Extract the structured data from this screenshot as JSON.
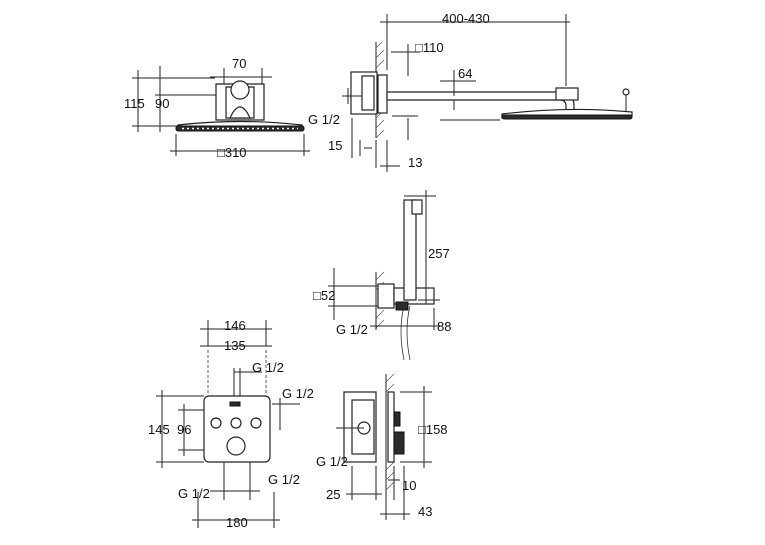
{
  "views": {
    "top_left": {
      "width_top": "70",
      "height_total": "115",
      "height_inner": "90",
      "square_head": "□310"
    },
    "top_right": {
      "projection": "400-430",
      "square_flange": "□110",
      "arm_offset": "64",
      "thread": "G 1/2",
      "wall_depth": "15",
      "flange_depth": "13"
    },
    "middle": {
      "hose_height": "257",
      "square_outlet": "□52",
      "thread": "G 1/2",
      "projection": "88"
    },
    "bottom_left": {
      "outer_width": "146",
      "inner_width": "135",
      "thread_top": "G 1/2",
      "thread_right": "G 1/2",
      "height_outer": "145",
      "height_inner": "96",
      "thread_bottom_left": "G 1/2",
      "thread_bottom_right": "G 1/2",
      "plate_width": "180"
    },
    "bottom_right": {
      "square_plate": "□158",
      "thread": "G 1/2",
      "wall_depth": "25",
      "plate_depth": "10",
      "overall_depth": "43"
    }
  }
}
